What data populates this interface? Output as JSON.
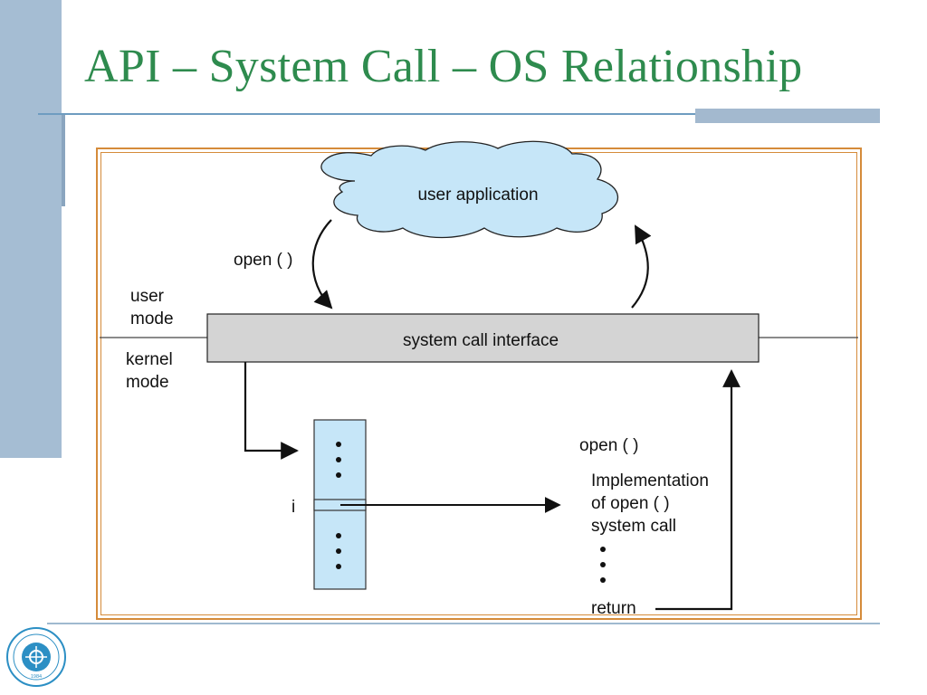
{
  "slide": {
    "title": "API – System Call – OS Relationship"
  },
  "diagram": {
    "cloud_label": "user application",
    "call_label": "open ( )",
    "user_mode": [
      "user",
      "mode"
    ],
    "kernel_mode": [
      "kernel",
      "mode"
    ],
    "interface_label": "system call interface",
    "index_label": "i",
    "impl_title": "open ( )",
    "impl_lines": [
      "Implementation",
      "of open ( )",
      "system call"
    ],
    "return_label": "return"
  },
  "colors": {
    "title": "#2e8b4e",
    "frame": "#d58b3a",
    "cloud_fill": "#c6e6f8",
    "table_fill": "#c6e6f8",
    "interface_fill": "#d4d4d4",
    "side_bar": "#a5bdd3"
  },
  "logo": {
    "icon": "university-seal-icon",
    "text": "1984"
  }
}
